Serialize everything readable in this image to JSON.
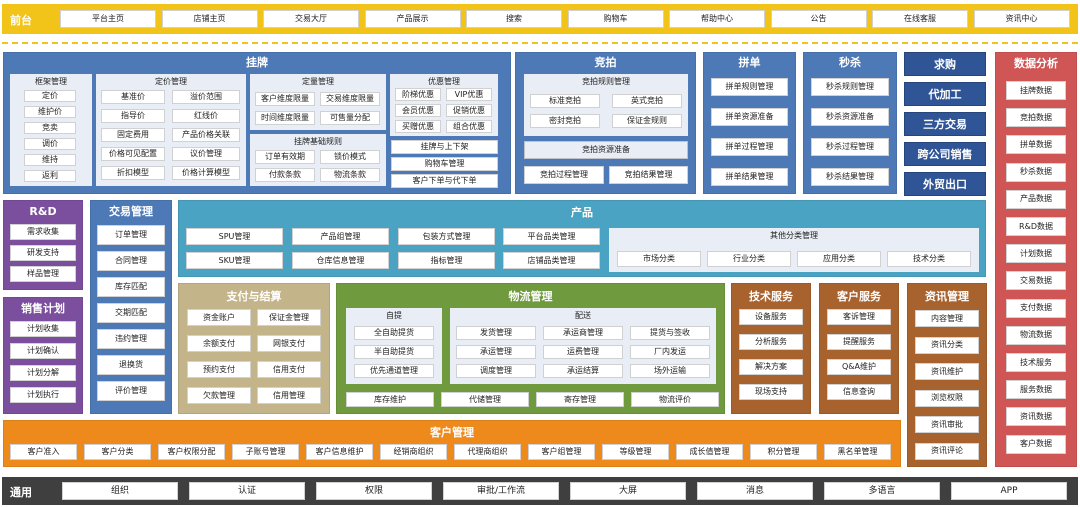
{
  "front": {
    "label": "前台",
    "items": [
      "平台主页",
      "店铺主页",
      "交易大厅",
      "产品展示",
      "搜索",
      "购物车",
      "帮助中心",
      "公告",
      "在线客服",
      "资讯中心"
    ]
  },
  "guapai": {
    "title": "挂牌",
    "kuangjia": {
      "title": "框架管理",
      "items": [
        "定价",
        "维护价",
        "竞卖",
        "调价",
        "维持",
        "返利"
      ]
    },
    "dingjia": {
      "title": "定价管理",
      "col1": [
        "基准价",
        "指导价",
        "固定费用",
        "价格可见配置",
        "折扣模型"
      ],
      "col2": [
        "溢价范围",
        "红线价",
        "产品价格关联",
        "议价管理",
        "价格计算模型"
      ]
    },
    "dingliang": {
      "title": "定量管理",
      "items": [
        "客户维度限量",
        "交易维度限量",
        "时间维度限量",
        "可售量分配"
      ]
    },
    "youhui": {
      "title": "优惠管理",
      "items": [
        "阶梯优惠",
        "VIP优惠",
        "会员优惠",
        "促销优惠",
        "买赠优惠",
        "组合优惠"
      ]
    },
    "jichu": {
      "title": "挂牌基础规则",
      "items": [
        "订单有效期",
        "锁价模式",
        "付款条款",
        "物流条款"
      ]
    },
    "extra": [
      "挂牌与上下架",
      "购物车管理",
      "客户下单与代下单"
    ]
  },
  "jingpai": {
    "title": "竞拍",
    "guize": {
      "title": "竞拍规则管理",
      "items": [
        "标准竞拍",
        "英式竞拍",
        "密封竞拍",
        "保证金规则"
      ]
    },
    "ziyuan": "竞拍资源准备",
    "bottom": [
      "竞拍过程管理",
      "竞拍结果管理"
    ]
  },
  "pindan": {
    "title": "拼单",
    "items": [
      "拼单规则管理",
      "拼单资源准备",
      "拼单过程管理",
      "拼单结果管理"
    ]
  },
  "miaosha": {
    "title": "秒杀",
    "items": [
      "秒杀规则管理",
      "秒杀资源准备",
      "秒杀过程管理",
      "秒杀结果管理"
    ]
  },
  "side": [
    "求购",
    "代加工",
    "三方交易",
    "跨公司销售",
    "外贸出口"
  ],
  "shuju": {
    "title": "数据分析",
    "items": [
      "挂牌数据",
      "竞拍数据",
      "拼单数据",
      "秒杀数据",
      "产品数据",
      "R&D数据",
      "计划数据",
      "交易数据",
      "支付数据",
      "物流数据",
      "技术服务",
      "服务数据",
      "资讯数据",
      "客户数据"
    ]
  },
  "rd": {
    "title": "R&D",
    "items": [
      "需求收集",
      "研发支持",
      "样品管理"
    ]
  },
  "xiaoshou": {
    "title": "销售计划",
    "items": [
      "计划收集",
      "计划确认",
      "计划分解",
      "计划执行"
    ]
  },
  "jiaoyi": {
    "title": "交易管理",
    "items": [
      "订单管理",
      "合同管理",
      "库存匹配",
      "交期匹配",
      "违约管理",
      "退换货",
      "评价管理"
    ]
  },
  "chanpin": {
    "title": "产品",
    "col1": [
      "SPU管理",
      "SKU管理"
    ],
    "col2": [
      "产品组管理",
      "仓库信息管理"
    ],
    "col3": [
      "包装方式管理",
      "指标管理"
    ],
    "col4": [
      "平台品类管理",
      "店铺品类管理"
    ],
    "qita": {
      "title": "其他分类管理",
      "items": [
        "市场分类",
        "行业分类",
        "应用分类",
        "技术分类"
      ]
    }
  },
  "zhifu": {
    "title": "支付与结算",
    "col1": [
      "资金账户",
      "余额支付",
      "预约支付",
      "欠款管理"
    ],
    "col2": [
      "保证金管理",
      "网银支付",
      "信用支付",
      "信用管理"
    ]
  },
  "wuliu": {
    "title": "物流管理",
    "ziti": {
      "title": "自提",
      "items": [
        "全自助提货",
        "半自助提货",
        "优先通道管理"
      ]
    },
    "peisong": {
      "title": "配送",
      "items": [
        "发货管理",
        "承运商管理",
        "提货与签收",
        "承运管理",
        "运费管理",
        "厂内发运",
        "调度管理",
        "承运结算",
        "场外运输"
      ]
    },
    "bottom": [
      "库存维护",
      "代储管理",
      "寄存管理",
      "物流评价"
    ]
  },
  "jishu": {
    "title": "技术服务",
    "items": [
      "设备服务",
      "分析服务",
      "解决方案",
      "现场支持"
    ]
  },
  "kehufuwu": {
    "title": "客户服务",
    "items": [
      "客诉管理",
      "提醒服务",
      "Q&A维护",
      "信息查询"
    ]
  },
  "zixun": {
    "title": "资讯管理",
    "items": [
      "内容管理",
      "资讯分类",
      "资讯维护",
      "浏览权限",
      "资讯审批",
      "资讯评论"
    ]
  },
  "kehu": {
    "title": "客户管理",
    "items": [
      "客户准入",
      "客户分类",
      "客户权限分配",
      "子账号管理",
      "客户信息维护",
      "经销商组织",
      "代理商组织",
      "客户组管理",
      "等级管理",
      "成长值管理",
      "积分管理",
      "黑名单管理"
    ]
  },
  "tongyong": {
    "label": "通用",
    "items": [
      "组织",
      "认证",
      "权限",
      "审批/工作流",
      "大屏",
      "消息",
      "多语言",
      "APP"
    ]
  },
  "colors": {
    "yellow": "#f2c318",
    "blue": "#4e79b7",
    "teal": "#4aa3c2",
    "olive": "#c3b48a",
    "green": "#6f9a3d",
    "brown": "#a8622d",
    "orange": "#ee8a1c",
    "purple": "#7b4f9e",
    "red": "#d05555",
    "navy": "#2f5597",
    "dark": "#3f3f3f"
  }
}
